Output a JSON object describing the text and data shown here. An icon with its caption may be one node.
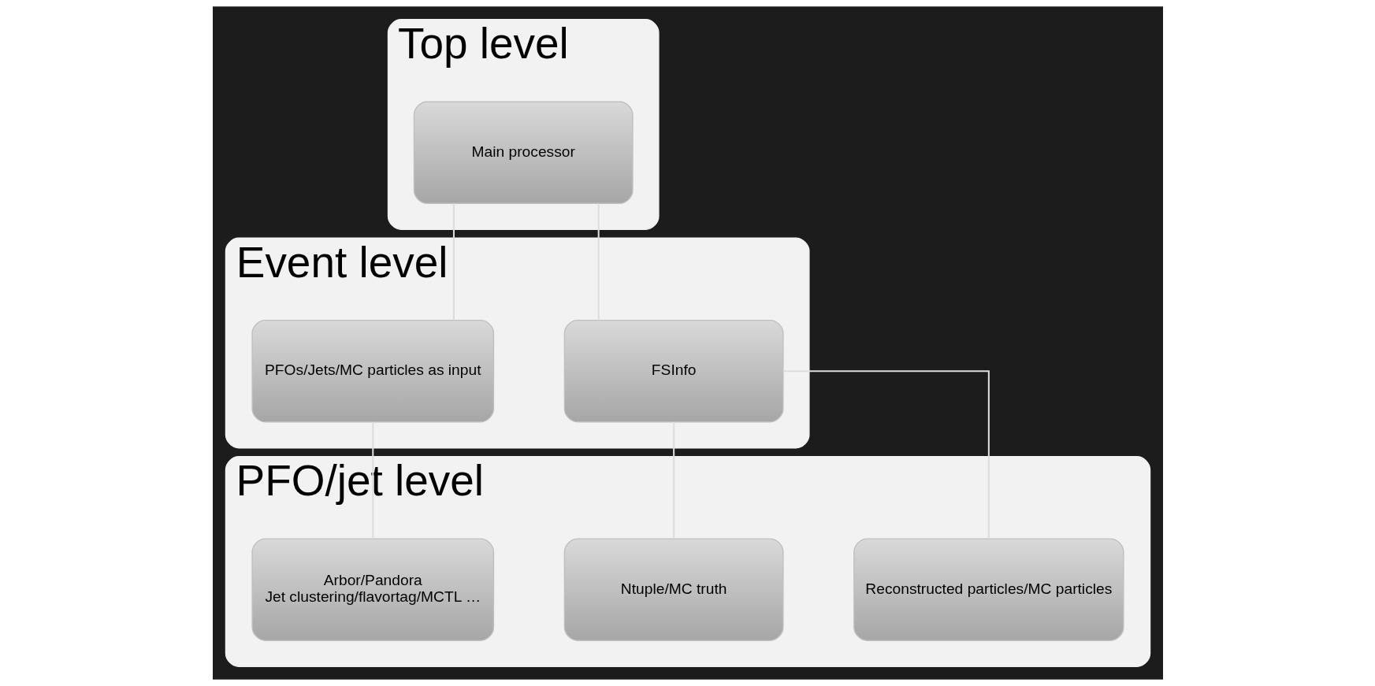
{
  "diagram": {
    "nodes": [
      {
        "text": [
          "Top level"
        ]
      },
      {
        "text": [
          "Main processor"
        ],
        "in": 0
      },
      {
        "text": [
          "Event level"
        ]
      },
      {
        "text": [
          "FSInfo"
        ],
        "in": 2
      },
      {
        "text": [
          "PFOs/Jets/MC particles as input"
        ],
        "in": 2
      },
      {
        "text": [
          "PFO/jet level"
        ]
      },
      {
        "text": [
          "Reconstructed particles/MC particles"
        ],
        "in": 5
      },
      {
        "text": [
          "Ntuple/MC truth"
        ],
        "in": 5
      },
      {
        "text": [
          "Arbor/Pandora",
          "Jet clustering/flavortag/MCTL …"
        ],
        "in": 5
      }
    ],
    "edges": [
      {
        "from": 1,
        "to": 3,
        "arrow": "none"
      },
      {
        "from": 1,
        "to": 4,
        "arrow": "none"
      },
      {
        "from": 3,
        "to": 6,
        "arrow": "none"
      },
      {
        "from": 3,
        "to": 7,
        "arrow": "none"
      },
      {
        "from": 4,
        "to": 8,
        "arrow": "none"
      }
    ]
  }
}
